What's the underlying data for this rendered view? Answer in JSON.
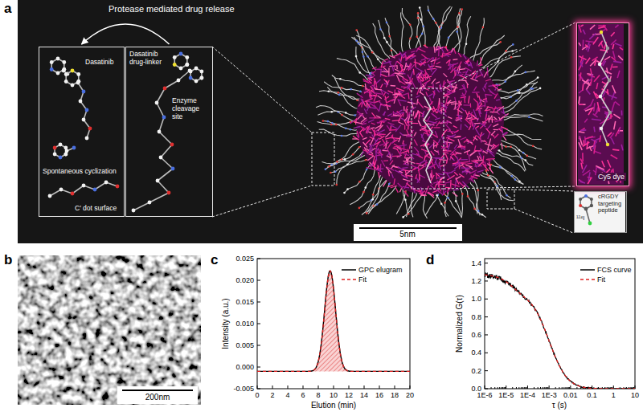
{
  "diagram": {
    "nodes": [
      {
        "text": [
          "Dasatinib",
          "Spontaneous cyclization",
          "C′ dot surface"
        ]
      },
      {
        "text": [
          "Dasatinib drug-linker",
          "Enzyme cleavage site"
        ]
      },
      {
        "text": [
          "Cy5 dye"
        ]
      },
      {
        "text": [
          "cRGDY targeting peptide",
          "¹²⁴I"
        ]
      }
    ],
    "edges": [
      {
        "from": 1,
        "to": 0,
        "label": "Protease mediated drug release",
        "arrow": "to"
      }
    ],
    "labels": [
      "a",
      "5nm",
      "b",
      "200nm",
      "c",
      "0.025",
      "0.020",
      "0.015",
      "0.010",
      "0.005",
      "0.000",
      "-0.005",
      "0",
      "2",
      "4",
      "6",
      "8",
      "10",
      "12",
      "14",
      "16",
      "18",
      "20",
      "Intensity (a.u.)",
      "Elution (min)",
      "d",
      "1.4",
      "1.2",
      "1.0",
      "0.8",
      "0.6",
      "0.4",
      "0.2",
      "0.0",
      "1E-6",
      "1E-5",
      "1E-4",
      "1E-3",
      "0.01",
      "0.1",
      "1",
      "10",
      "Normalized G(τ)",
      "τ (s)"
    ],
    "legend": [
      {
        "text": "GPC elugram"
      },
      {
        "text": "Fit"
      },
      {
        "text": "FCS curve"
      },
      {
        "text": "Fit"
      }
    ]
  }
}
